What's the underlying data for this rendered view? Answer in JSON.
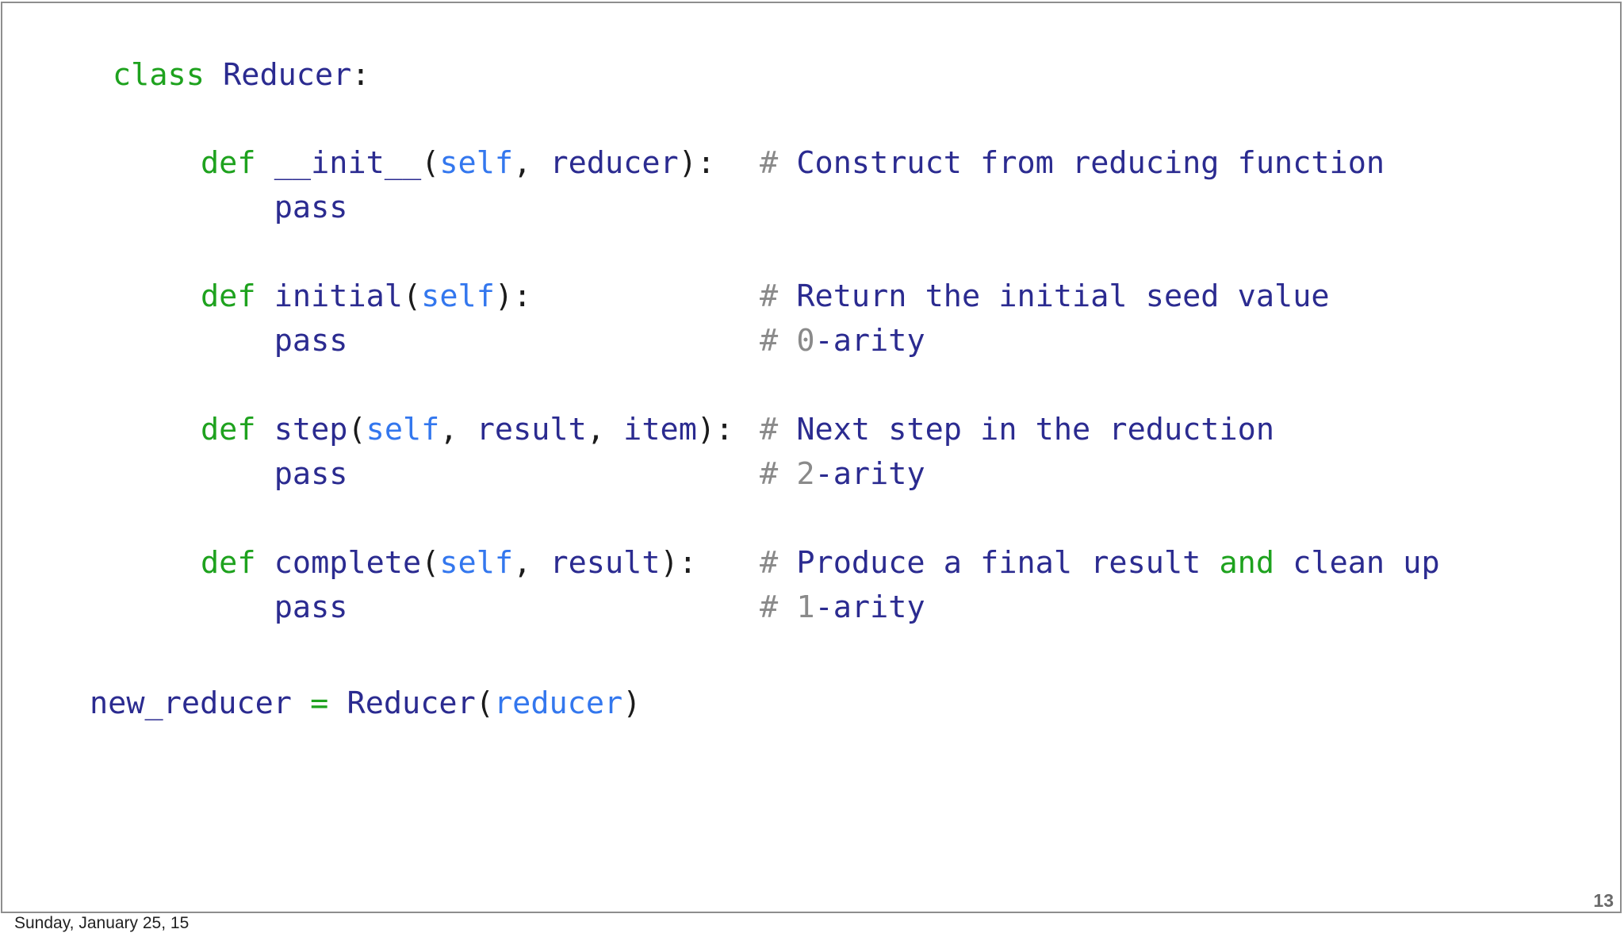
{
  "slide": {
    "page_number": "13",
    "footer_date": "Sunday, January 25, 15"
  },
  "colors": {
    "kw": "#1ea21e",
    "nm": "#2b2b90",
    "pr": "#3377ee",
    "pu": "#1b1b1b",
    "cm": "#8a8a8a"
  },
  "code": {
    "class_line": [
      {
        "t": "class",
        "c": "kw"
      },
      {
        "t": " Reducer",
        "c": "nm"
      },
      {
        "t": ":",
        "c": "pu"
      }
    ],
    "defs": [
      [
        {
          "t": "def",
          "c": "kw"
        },
        {
          "t": " __init__",
          "c": "nm"
        },
        {
          "t": "(",
          "c": "pu"
        },
        {
          "t": "self",
          "c": "pr"
        },
        {
          "t": ", ",
          "c": "pu"
        },
        {
          "t": "reducer",
          "c": "nm"
        },
        {
          "t": "):",
          "c": "pu"
        }
      ],
      [
        {
          "t": "    pass",
          "c": "nm"
        }
      ],
      [],
      [
        {
          "t": "def",
          "c": "kw"
        },
        {
          "t": " initial",
          "c": "nm"
        },
        {
          "t": "(",
          "c": "pu"
        },
        {
          "t": "self",
          "c": "pr"
        },
        {
          "t": "):",
          "c": "pu"
        }
      ],
      [
        {
          "t": "    pass",
          "c": "nm"
        }
      ],
      [],
      [
        {
          "t": "def",
          "c": "kw"
        },
        {
          "t": " step",
          "c": "nm"
        },
        {
          "t": "(",
          "c": "pu"
        },
        {
          "t": "self",
          "c": "pr"
        },
        {
          "t": ", ",
          "c": "pu"
        },
        {
          "t": "result",
          "c": "nm"
        },
        {
          "t": ", ",
          "c": "pu"
        },
        {
          "t": "item",
          "c": "nm"
        },
        {
          "t": "):",
          "c": "pu"
        }
      ],
      [
        {
          "t": "    pass",
          "c": "nm"
        }
      ],
      [],
      [
        {
          "t": "def",
          "c": "kw"
        },
        {
          "t": " complete",
          "c": "nm"
        },
        {
          "t": "(",
          "c": "pu"
        },
        {
          "t": "self",
          "c": "pr"
        },
        {
          "t": ", ",
          "c": "pu"
        },
        {
          "t": "result",
          "c": "nm"
        },
        {
          "t": "):",
          "c": "pu"
        }
      ],
      [
        {
          "t": "    pass",
          "c": "nm"
        }
      ]
    ],
    "comments": [
      [
        {
          "t": "# ",
          "c": "cm"
        },
        {
          "t": "Construct from reducing function",
          "c": "nm"
        }
      ],
      [],
      [],
      [
        {
          "t": "# ",
          "c": "cm"
        },
        {
          "t": "Return the initial seed value",
          "c": "nm"
        }
      ],
      [
        {
          "t": "# 0",
          "c": "cm"
        },
        {
          "t": "-arity",
          "c": "nm"
        }
      ],
      [],
      [
        {
          "t": "# ",
          "c": "cm"
        },
        {
          "t": "Next step in the reduction",
          "c": "nm"
        }
      ],
      [
        {
          "t": "# 2",
          "c": "cm"
        },
        {
          "t": "-arity",
          "c": "nm"
        }
      ],
      [],
      [
        {
          "t": "# ",
          "c": "cm"
        },
        {
          "t": "Produce a final result ",
          "c": "nm"
        },
        {
          "t": "and",
          "c": "kw"
        },
        {
          "t": " clean up",
          "c": "nm"
        }
      ],
      [
        {
          "t": "# 1",
          "c": "cm"
        },
        {
          "t": "-arity",
          "c": "nm"
        }
      ]
    ],
    "call_line": [
      {
        "t": "new_reducer ",
        "c": "nm"
      },
      {
        "t": "=",
        "c": "kw"
      },
      {
        "t": " Reducer",
        "c": "nm"
      },
      {
        "t": "(",
        "c": "pu"
      },
      {
        "t": "reducer",
        "c": "pr"
      },
      {
        "t": ")",
        "c": "pu"
      }
    ]
  }
}
